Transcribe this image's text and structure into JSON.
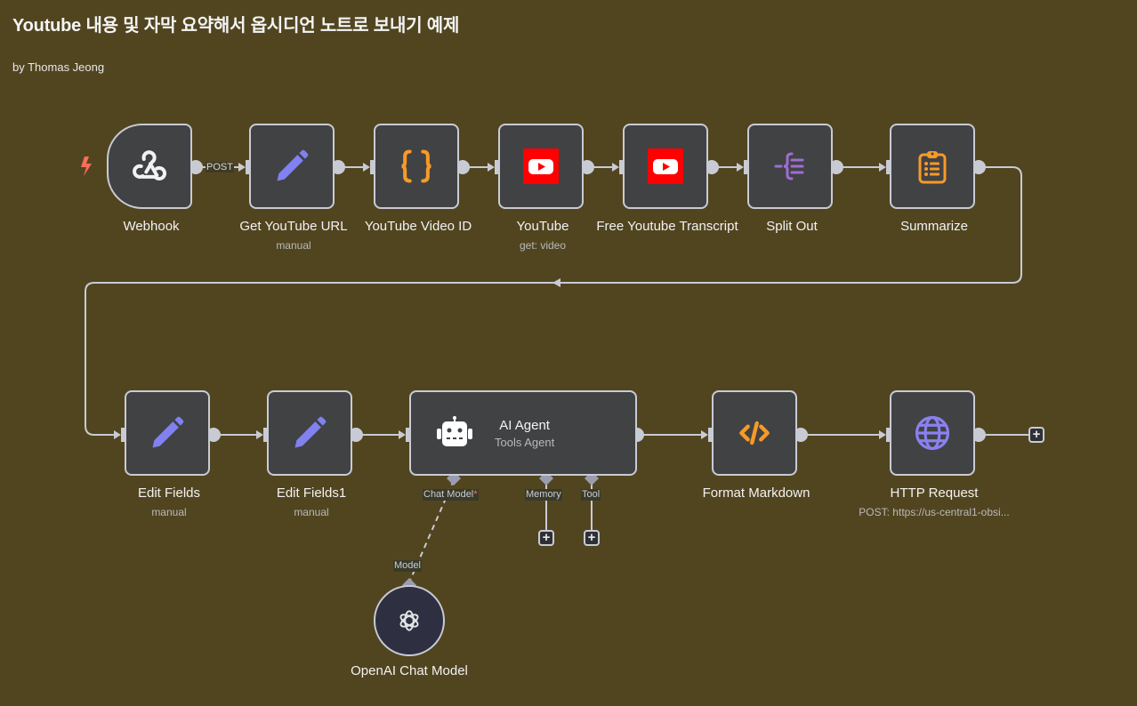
{
  "header": {
    "title": "Youtube 내용 및 자막 요약해서 옵시디언 노트로 보내기 예제",
    "author": "by Thomas Jeong"
  },
  "colors": {
    "canvas_background": "#514520",
    "node_background": "#414244",
    "node_border": "#c9cbd4",
    "pencil_icon": "#8181f0",
    "orange_icon": "#f79a26",
    "youtube_red": "#ff0000",
    "split_purple": "#a06cd5",
    "globe_purple": "#8b80f0",
    "trigger_bolt": "#ff6d5a"
  },
  "nodes": {
    "webhook": {
      "label": "Webhook",
      "icon": "webhook-icon"
    },
    "get_url": {
      "label": "Get YouTube URL",
      "sub": "manual",
      "icon": "pencil-icon"
    },
    "video_id": {
      "label": "YouTube Video ID",
      "icon": "code-braces-icon"
    },
    "youtube": {
      "label": "YouTube",
      "sub": "get: video",
      "icon": "youtube-icon"
    },
    "transcript": {
      "label": "Free Youtube Transcript",
      "icon": "youtube-icon"
    },
    "split_out": {
      "label": "Split Out",
      "icon": "split-out-icon"
    },
    "summarize": {
      "label": "Summarize",
      "icon": "clipboard-list-icon"
    },
    "edit_fields": {
      "label": "Edit Fields",
      "sub": "manual",
      "icon": "pencil-icon"
    },
    "edit_fields1": {
      "label": "Edit Fields1",
      "sub": "manual",
      "icon": "pencil-icon"
    },
    "ai_agent": {
      "label": "AI Agent",
      "sub": "Tools Agent",
      "icon": "robot-icon"
    },
    "format_md": {
      "label": "Format Markdown",
      "icon": "code-tag-icon"
    },
    "http": {
      "label": "HTTP Request",
      "sub": "POST: https://us-central1-obsi...",
      "icon": "globe-icon"
    },
    "openai": {
      "label": "OpenAI Chat Model",
      "icon": "openai-icon"
    }
  },
  "edges": {
    "webhook_label": "POST"
  },
  "ports": {
    "chat_model": "Chat Model",
    "chat_model_required": "*",
    "memory": "Memory",
    "tool": "Tool",
    "model": "Model"
  },
  "buttons": {
    "add": "+"
  }
}
